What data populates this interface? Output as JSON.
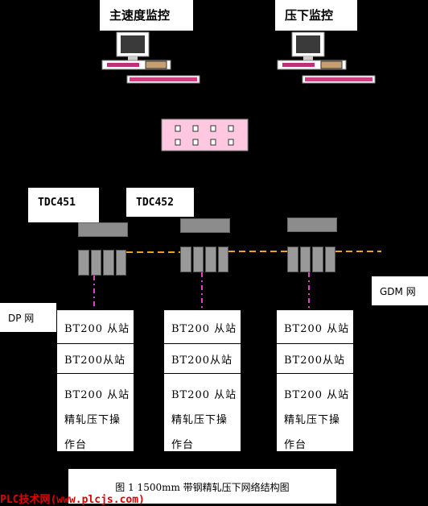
{
  "monitors": {
    "left_title": "主速度监控",
    "right_title": "压下监控"
  },
  "controllers": {
    "tdc1": "TDC451",
    "tdc2": "TDC452"
  },
  "networks": {
    "gdm": "GDM 网",
    "dp": "DP 网"
  },
  "stations": [
    {
      "row1": "BT200 从站",
      "row2": "BT200从站",
      "row3": "BT200 从站",
      "row4": "精轧压下操",
      "row5": "作台"
    },
    {
      "row1": "BT200 从站",
      "row2": "BT200从站",
      "row3": "BT200 从站",
      "row4": "精轧压下操",
      "row5": "作台"
    },
    {
      "row1": "BT200 从站",
      "row2": "BT200从站",
      "row3": "BT200 从站",
      "row4": "精轧压下操",
      "row5": "作台"
    }
  ],
  "caption": "图 1   1500mm 带钢精轧压下网络结构图",
  "watermark": "PLC技术网(www.plcjs.com)",
  "colors": {
    "background": "#000000",
    "gdm_line": "#f0a020",
    "dp_line": "#e040c0",
    "hub": "#ffc8e0"
  },
  "icons": [
    "workstation-icon",
    "switch-hub-icon",
    "plc-rack-icon"
  ]
}
